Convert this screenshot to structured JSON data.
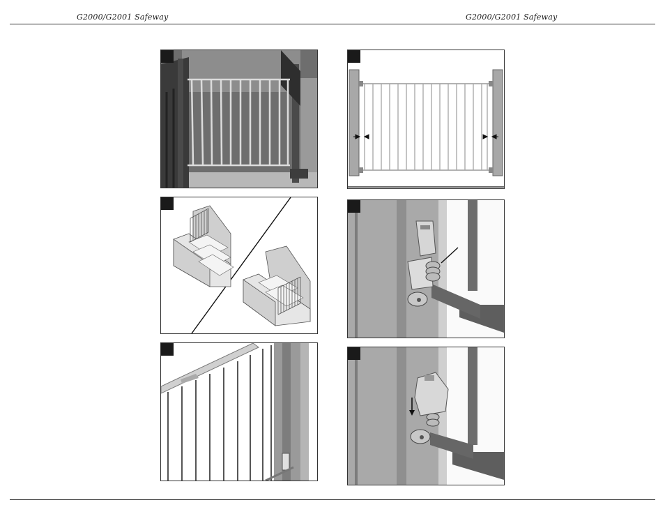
{
  "header": {
    "left_title": "G2000/G2001 Safeway",
    "right_title": "G2000/G2001 Safeway"
  },
  "panels": [
    {
      "id": "stair-photo",
      "kind": "photo"
    },
    {
      "id": "gate-front-view",
      "kind": "diagram"
    },
    {
      "id": "stair-placement",
      "kind": "diagram"
    },
    {
      "id": "bracket-spring",
      "kind": "diagram"
    },
    {
      "id": "gate-angle-mount",
      "kind": "diagram"
    },
    {
      "id": "bracket-latch-down",
      "kind": "diagram"
    }
  ]
}
